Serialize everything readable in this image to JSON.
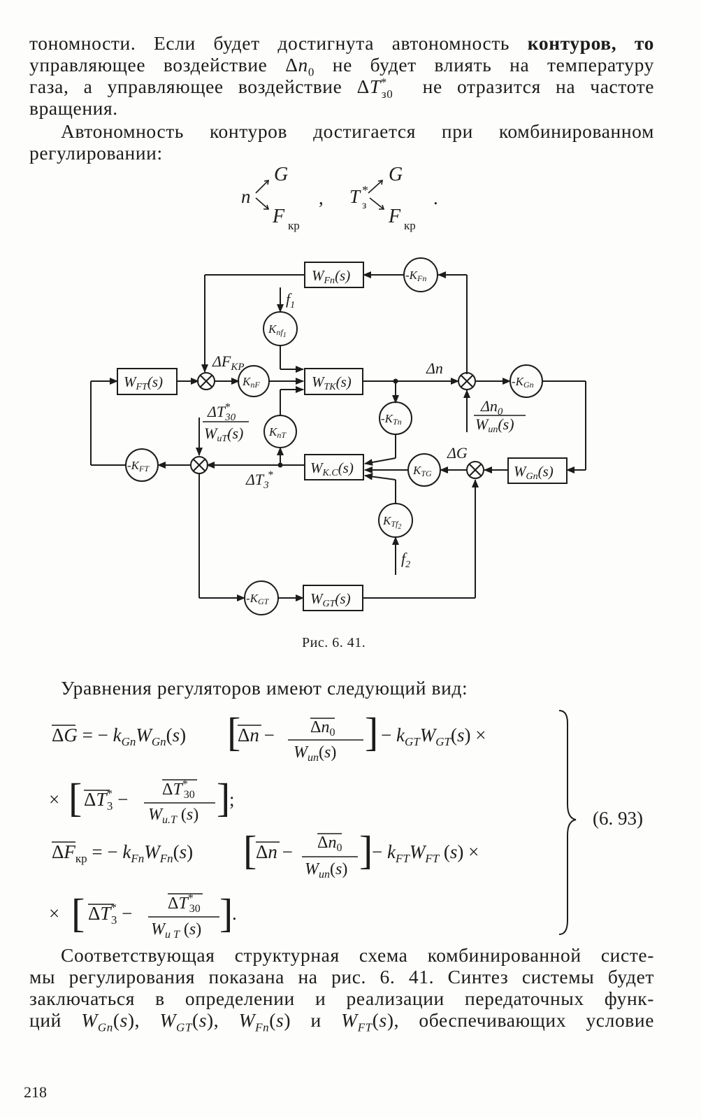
{
  "paragraph_top": {
    "lines": [
      "тономности. Если будет достигнута автономность",
      "контуров, то",
      "управляющее воздействие",
      "не будет влиять на температуру",
      "газа, а управляющее воздействие",
      "не отразится на частоте",
      "вращения."
    ]
  },
  "paragraph_autonomy": {
    "line1": "Автономность контуров достигается при комбинированном",
    "line2": "регулировании:"
  },
  "scheme": {
    "n": "n",
    "t3": "T",
    "g": "G",
    "fkr": "F",
    "kr": "кр",
    "comma": ",",
    "dot": "."
  },
  "diagram": {
    "blocks": {
      "wfn": "W",
      "wtk": "W",
      "wkc": "W",
      "wgn": "W",
      "wft": "W",
      "wgt": "W"
    },
    "labels": {
      "f1": "f",
      "f2": "f",
      "dfkr": "ΔF",
      "dn": "Δn",
      "dn0": "Δn",
      "wun": "W",
      "dt30": "ΔT",
      "wut": "W",
      "dt3": "ΔT",
      "dg": "ΔG"
    },
    "caption": "Рис. 6. 41."
  },
  "equations": {
    "intro": "Уравнения регуляторов имеют следующий вид:",
    "number": "(6. 93)"
  },
  "paragraph_bottom": {
    "line1": "Соответствующая структурная схема комбинированной систе-",
    "line2": "мы регулирования показана на рис. 6. 41. Синтез системы будет",
    "line3": "заключаться в определении и реализации передаточных функ-",
    "line4a": "ций",
    "line4b": "и",
    "line4c": ", обеспечивающих условие"
  },
  "page_number": "218"
}
